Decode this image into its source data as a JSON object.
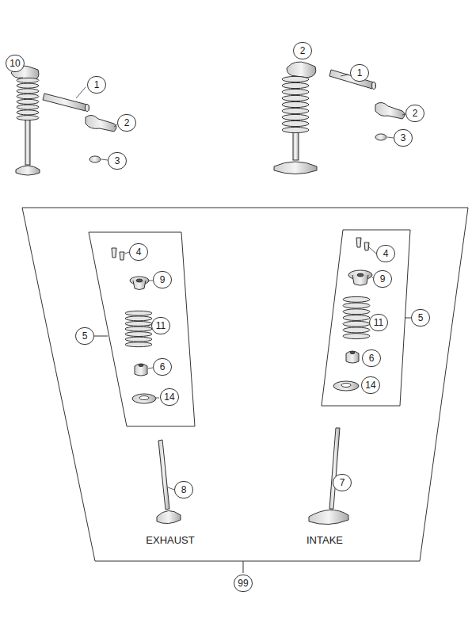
{
  "diagram": {
    "labels": [
      "10",
      "1",
      "2",
      "3",
      "2",
      "1",
      "2",
      "3",
      "4",
      "9",
      "5",
      "11",
      "6",
      "14",
      "4",
      "9",
      "11",
      "5",
      "6",
      "14",
      "8",
      "7",
      "EXHAUST",
      "INTAKE",
      "99"
    ]
  }
}
